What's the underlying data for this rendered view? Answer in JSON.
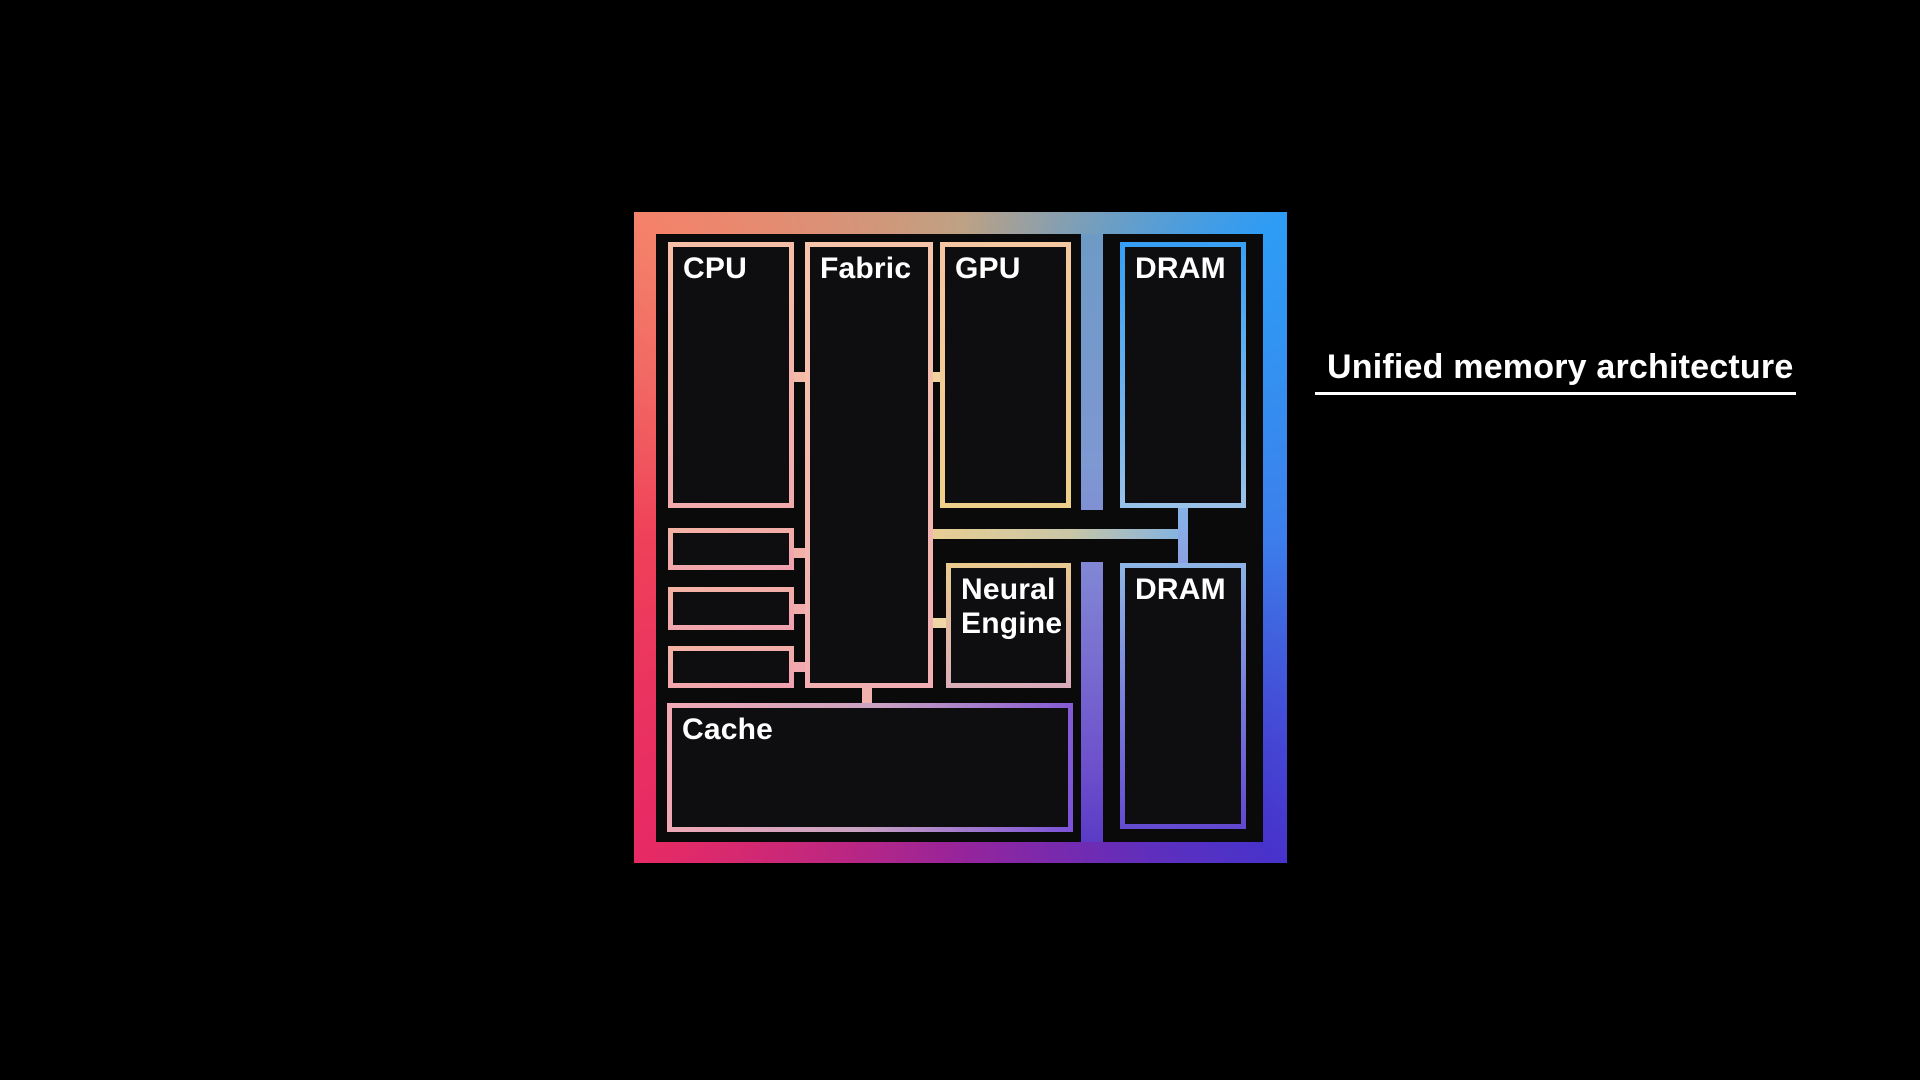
{
  "slide": {
    "background": "#000000",
    "title": {
      "text": "Unified memory architecture",
      "color": "#ffffff",
      "underlined": true
    }
  },
  "chip": {
    "package_gradient": {
      "top_left": "#f4826a",
      "top_mid": "#bfa183",
      "top_right": "#2e9cf5",
      "right_mid": "#3c7eeb",
      "bottom_right": "#4733cb",
      "bottom_mid": "#96249b",
      "bottom_left": "#e72a64",
      "left_mid": "#ef4159"
    },
    "blocks": {
      "cpu": {
        "label": "CPU"
      },
      "fabric": {
        "label": "Fabric"
      },
      "gpu": {
        "label": "GPU"
      },
      "dram_top": {
        "label": "DRAM"
      },
      "neural_engine": {
        "label": "Neural Engine"
      },
      "dram_bottom": {
        "label": "DRAM"
      },
      "cache": {
        "label": "Cache"
      },
      "unlabeled_cpu_subblocks": 3
    },
    "connections": [
      "cpu-fabric",
      "fabric-gpu",
      "subblock1-fabric",
      "subblock2-fabric",
      "subblock3-fabric",
      "fabric-neural-engine",
      "fabric-cache",
      "memory-bus-to-dram",
      "dram-top-dram-bottom"
    ]
  }
}
